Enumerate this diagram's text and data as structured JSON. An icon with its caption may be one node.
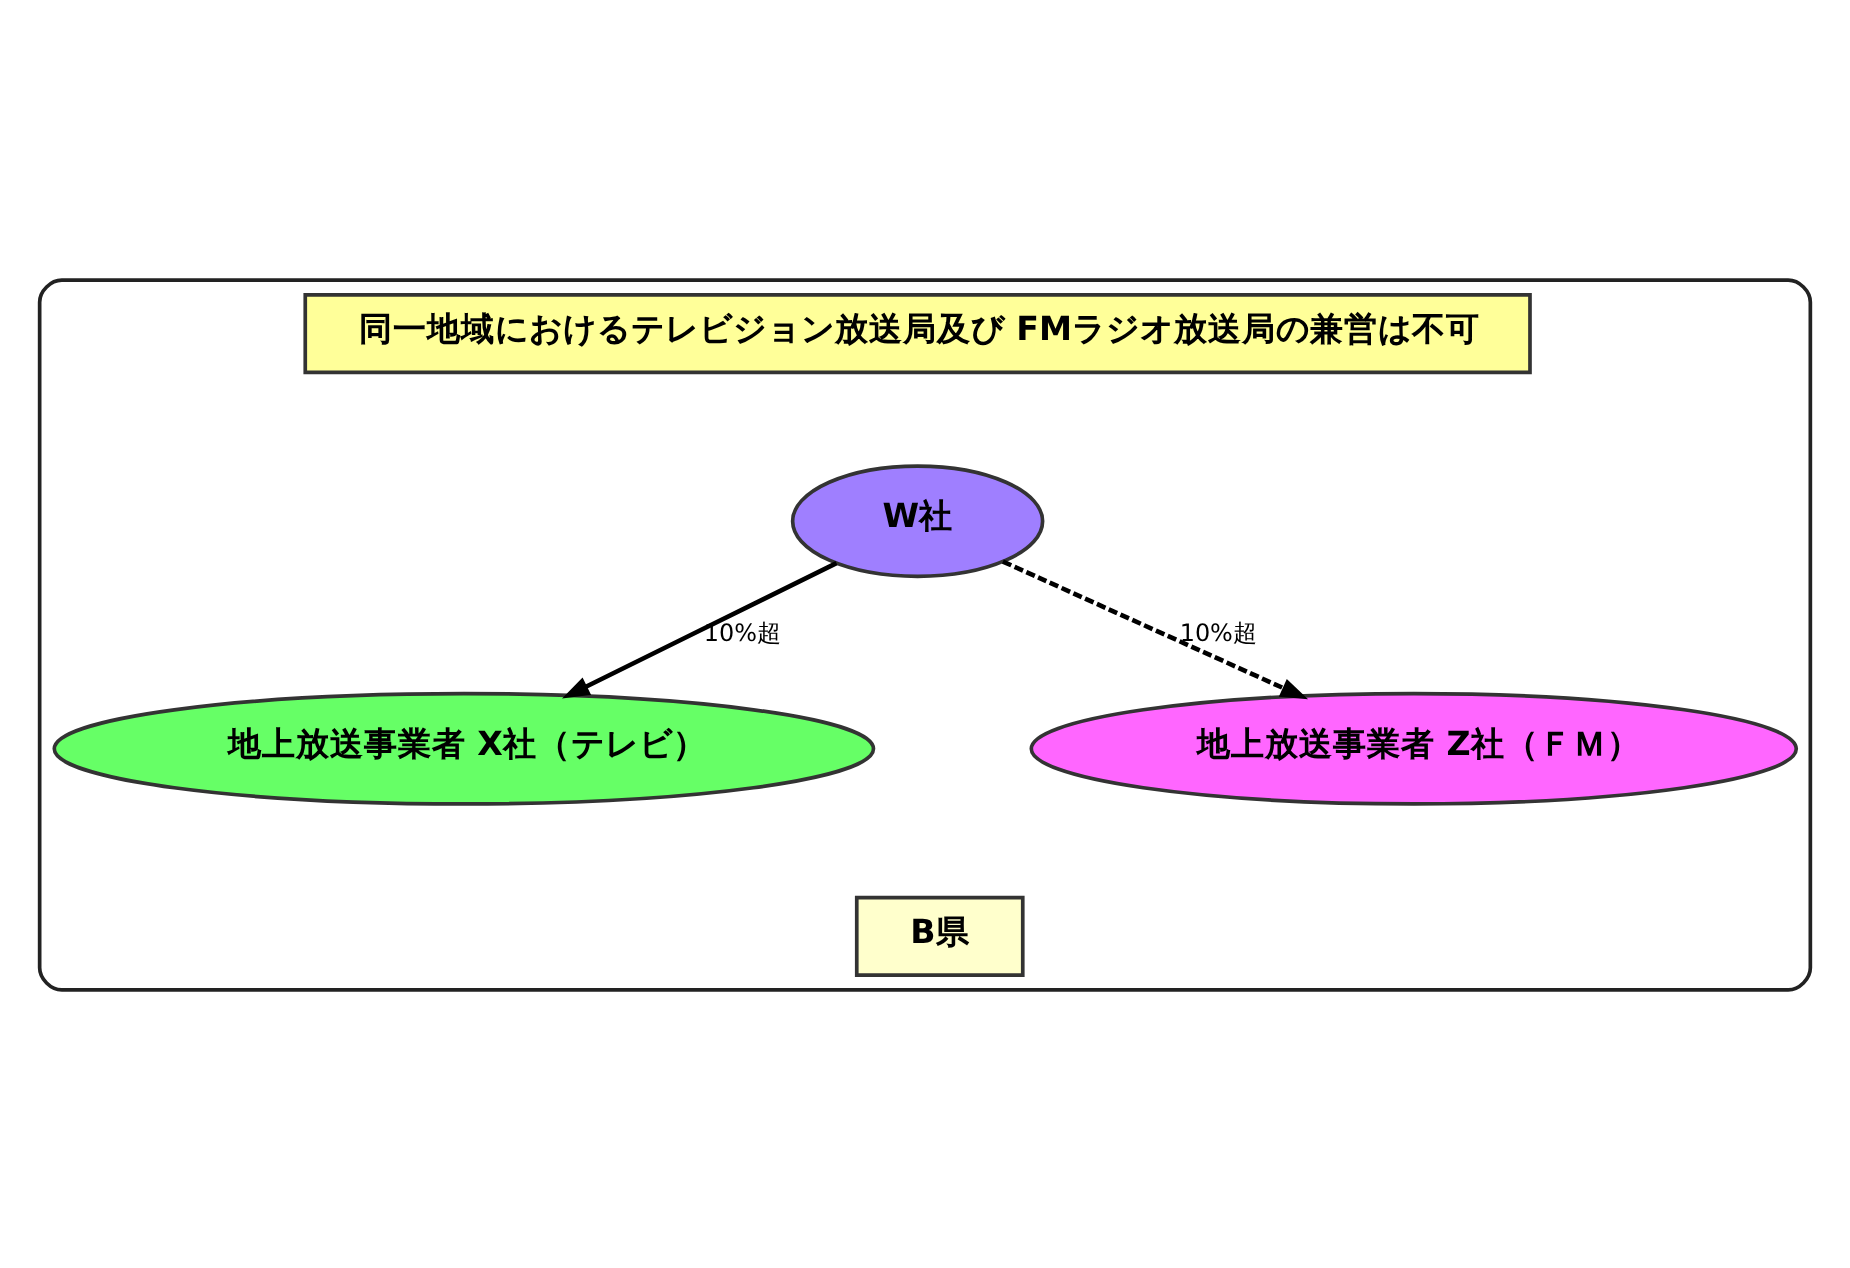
{
  "diagram": {
    "nodes": [
      {
        "text": [],
        "shape": "box"
      },
      {
        "text": [
          "同一地域におけるテレビジョン放送局及び FMラジオ放送局の兼営は不可"
        ],
        "in": 0
      },
      {
        "text": [
          "W社"
        ],
        "in": 0
      },
      {
        "text": [
          "地上放送事業者 X社（テレビ）"
        ],
        "in": 0
      },
      {
        "text": [
          "地上放送事業者 Z社（ＦＭ）"
        ],
        "in": 0
      },
      {
        "text": [
          "B県"
        ],
        "in": 0
      }
    ],
    "edges": [
      {
        "from": 2,
        "to": 3,
        "arrow": "to",
        "label": "10%超"
      },
      {
        "from": 2,
        "to": 4,
        "arrow": "to",
        "label": "10%超",
        "style": "dashed"
      }
    ]
  }
}
